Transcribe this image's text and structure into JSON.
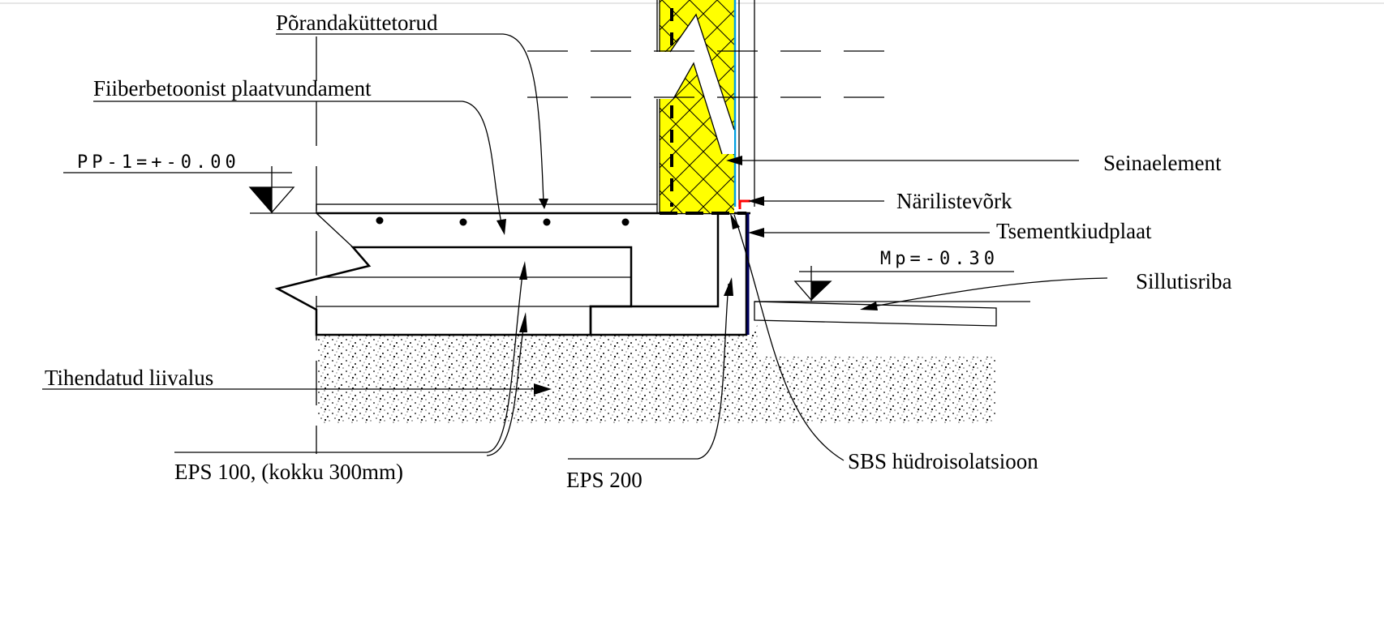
{
  "labels": {
    "floor_heating_pipes": "Põrandaküttetorud",
    "slab_foundation": "Fiiberbetoonist plaatvundament",
    "floor_level": "PP-1=+-0.00",
    "wall_element": "Seinaelement",
    "rodent_mesh": "Närilistevõrk",
    "cement_board": "Tsementkiudplaat",
    "ground_level": "Mp=-0.30",
    "paving_strip": "Sillutisriba",
    "compacted_sand": "Tihendatud liivalus",
    "eps100": "EPS 100, (kokku 300mm)",
    "eps200": "EPS 200",
    "sbs_waterproofing": "SBS hüdroisolatsioon"
  },
  "colors": {
    "insulation": "#ffff00",
    "membrane": "#00a0e0",
    "mesh": "#ff0000"
  }
}
